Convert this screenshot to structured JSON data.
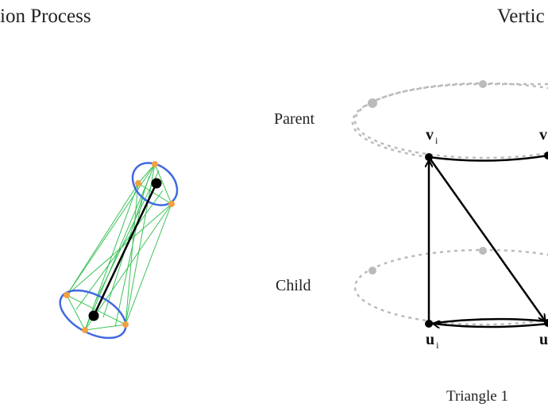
{
  "titles": {
    "left": "ion Process",
    "right": "Vertic"
  },
  "labels": {
    "parent": "Parent",
    "child": "Child",
    "caption": "Triangle 1"
  },
  "vertices": {
    "v_i": {
      "letter": "v",
      "sub": "i"
    },
    "v_j": {
      "letter": "v",
      "sub": ""
    },
    "u_i": {
      "letter": "u",
      "sub": "i"
    },
    "u_j": {
      "letter": "u",
      "sub": ""
    }
  },
  "colors": {
    "ellipse_blue": "#4169e1",
    "mesh_green": "#3cc35a",
    "vertex_orange": "#f5a040",
    "dotted_gray": "#bbbbbb",
    "black": "#000000"
  }
}
